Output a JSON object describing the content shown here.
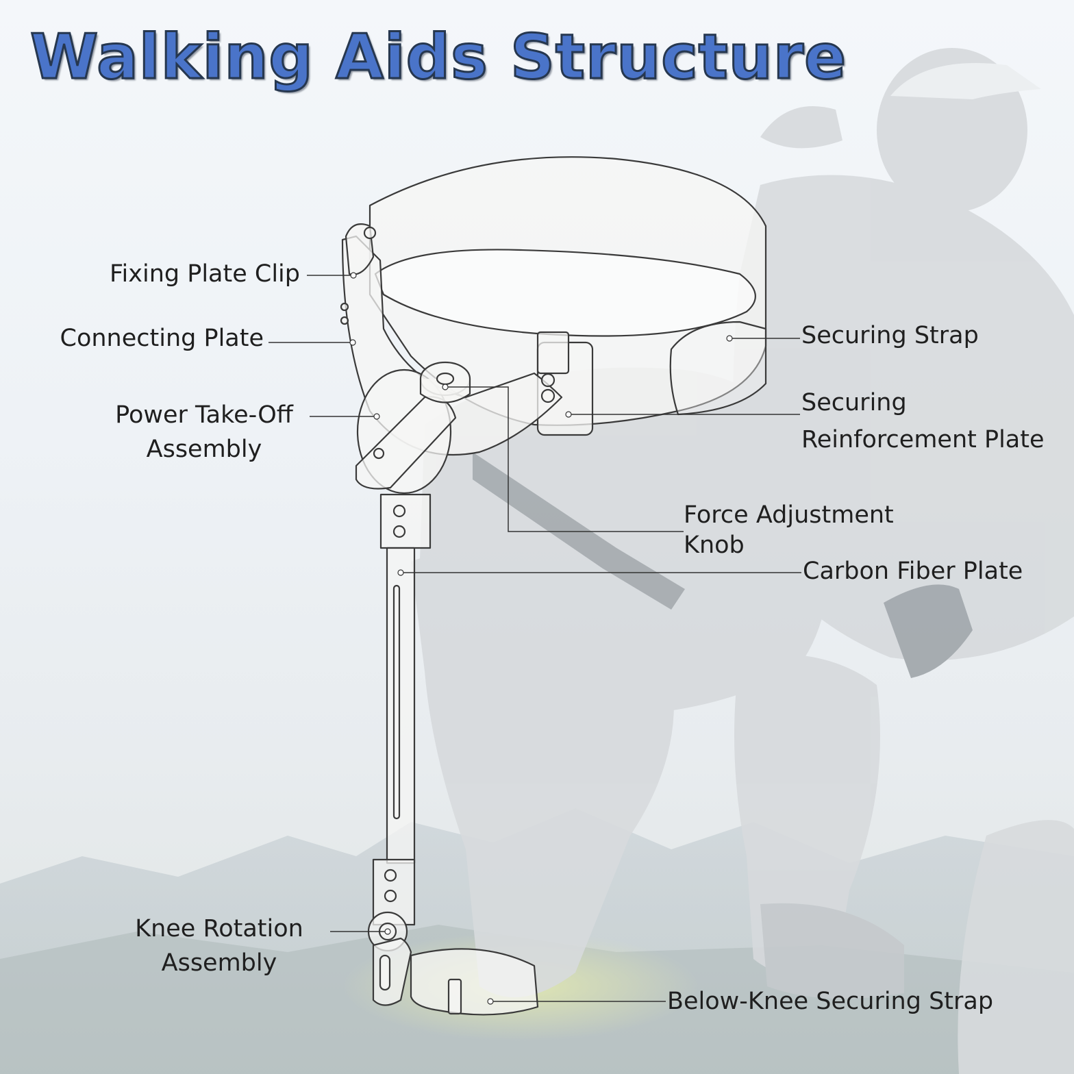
{
  "title": "Walking Aids Structure",
  "labels": {
    "fixing_plate_clip": "Fixing Plate Clip",
    "connecting_plate": "Connecting Plate",
    "power_takeoff_1": "Power Take-Off",
    "power_takeoff_2": "Assembly",
    "securing_strap": "Securing Strap",
    "securing_reinforcement_1": "Securing",
    "securing_reinforcement_2": "Reinforcement Plate",
    "force_adjustment_1": "Force Adjustment",
    "force_adjustment_2": "Knob",
    "carbon_fiber_plate": "Carbon Fiber Plate",
    "knee_rotation_1": "Knee Rotation",
    "knee_rotation_2": "Assembly",
    "below_knee_strap": "Below-Knee Securing Strap"
  },
  "colors": {
    "title_fill": "#4a74c9",
    "title_outline": "#26374f",
    "line": "#333333"
  }
}
